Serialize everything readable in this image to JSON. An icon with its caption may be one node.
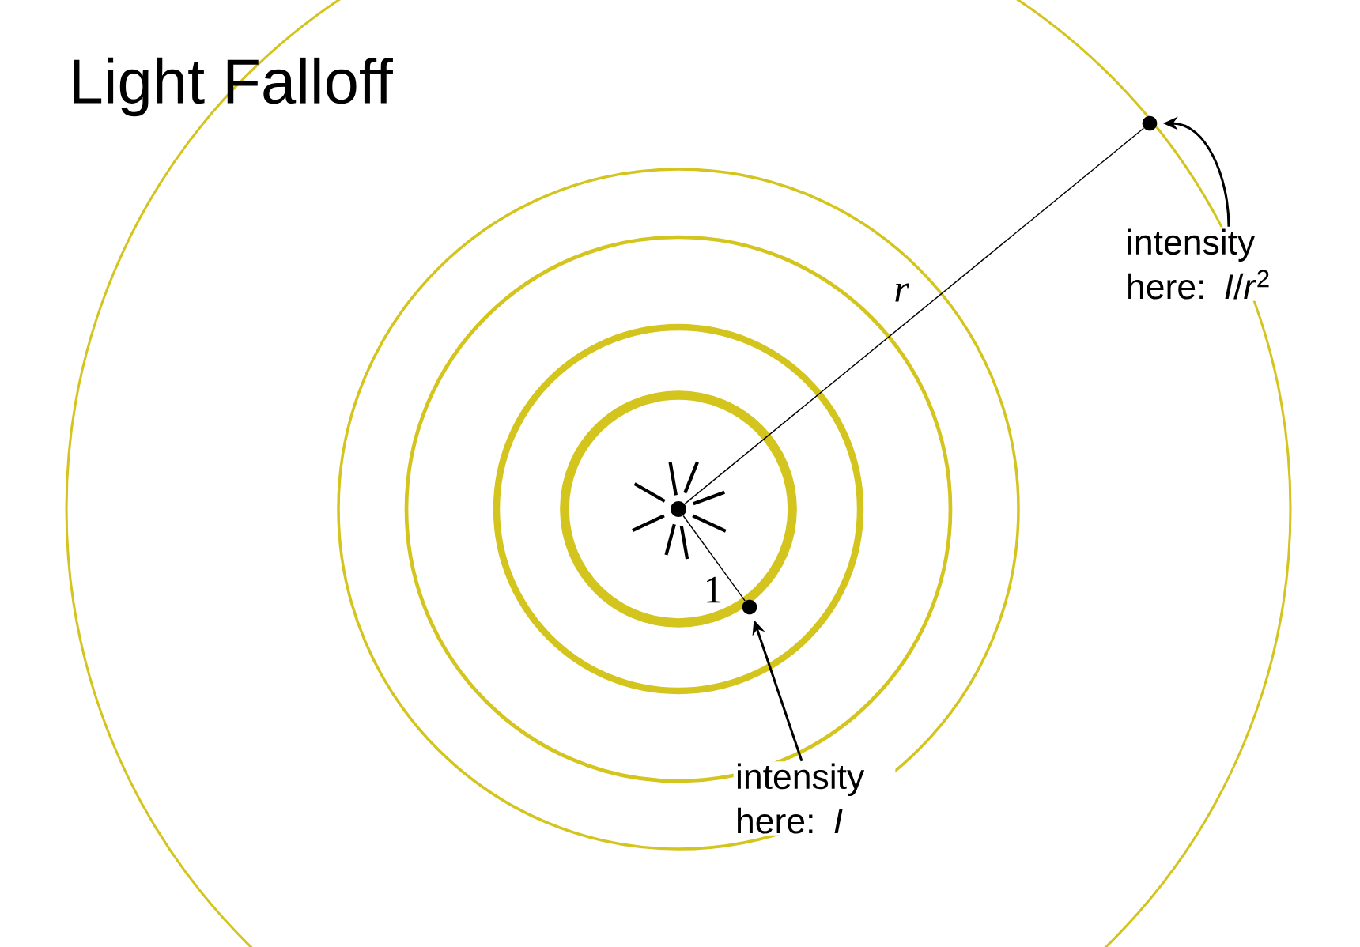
{
  "diagram": {
    "title": "Light Falloff",
    "nodes": [
      {
        "text": [],
        "shape": "picture"
      },
      {
        "text": [],
        "shape": "circle"
      },
      {
        "text": [],
        "shape": "circle"
      },
      {
        "text": [
          "intensity here: *I*"
        ]
      },
      {
        "text": [
          "intensity here: *I*/*r*$^{2}$"
        ]
      }
    ],
    "edges": [
      {
        "from": 0,
        "to": 2,
        "arrow": "none",
        "label": "r"
      },
      {
        "from": 0,
        "to": 1,
        "arrow": "none",
        "label": "1"
      },
      {
        "from": 3,
        "to": 1,
        "arrow": "to"
      },
      {
        "from": 4,
        "to": 2,
        "arrow": "to"
      }
    ]
  }
}
